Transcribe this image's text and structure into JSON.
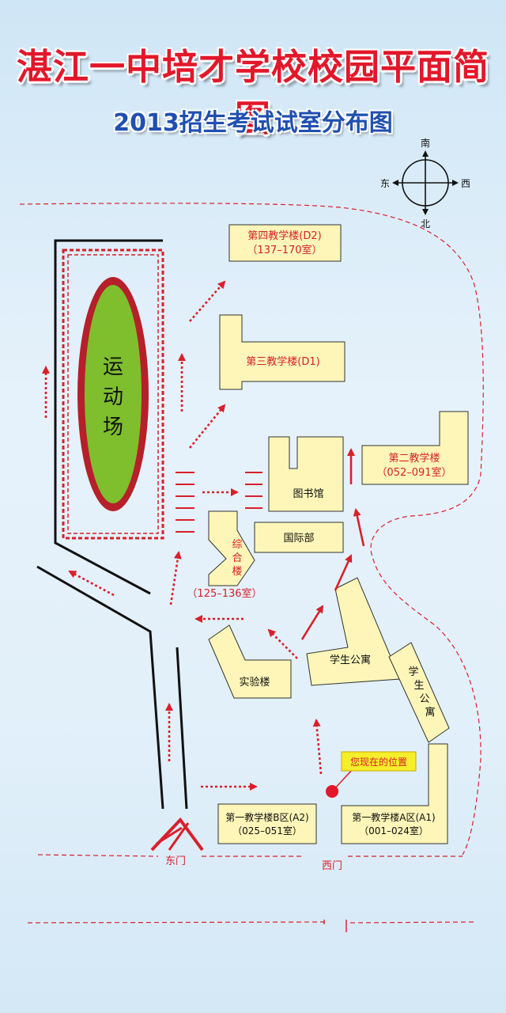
{
  "title": "湛江一中培才学校校园平面简图",
  "subtitle": "2013招生考试试室分布图",
  "compass": {
    "north": "南",
    "south": "北",
    "east": "东",
    "west": "西"
  },
  "field": {
    "line1": "运",
    "line2": "动",
    "line3": "场"
  },
  "buildings": {
    "d2": {
      "name": "第四教学楼(D2)",
      "rooms": "（137–170室）"
    },
    "d1": {
      "name": "第三教学楼(D1)"
    },
    "b2": {
      "name": "第二教学楼",
      "rooms": "（052–091室）"
    },
    "library": {
      "name": "图书馆"
    },
    "intl": {
      "name": "国际部"
    },
    "zonghe": {
      "c1": "综",
      "c2": "合",
      "c3": "楼",
      "rooms": "（125–136室）"
    },
    "lab": {
      "name": "实验楼"
    },
    "dorm1": {
      "name": "学生公寓"
    },
    "dorm2": {
      "c1": "学",
      "c2": "生",
      "c3": "公",
      "c4": "寓"
    },
    "a2": {
      "name": "第一教学楼B区(A2)",
      "rooms": "（025–051室）"
    },
    "a1": {
      "name": "第一教学楼A区(A1)",
      "rooms": "（001–024室）"
    }
  },
  "you_are_here": "您现在的位置",
  "gates": {
    "east": "东门",
    "west": "西门"
  },
  "colors": {
    "title": "#e3172a",
    "subtitle": "#1f4fb0",
    "building": "#fdf6b8",
    "arrow": "#d8202b",
    "field": "#7fbf2d",
    "track": "#b5202a"
  }
}
